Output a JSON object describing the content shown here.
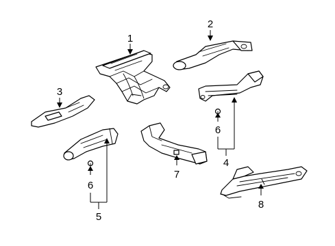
{
  "callouts": {
    "c1": "1",
    "c2": "2",
    "c3": "3",
    "c4": "4",
    "c5": "5",
    "c6a": "6",
    "c6b": "6",
    "c7": "7",
    "c8": "8"
  },
  "colors": {
    "line": "#000000",
    "fill": "#ffffff"
  }
}
